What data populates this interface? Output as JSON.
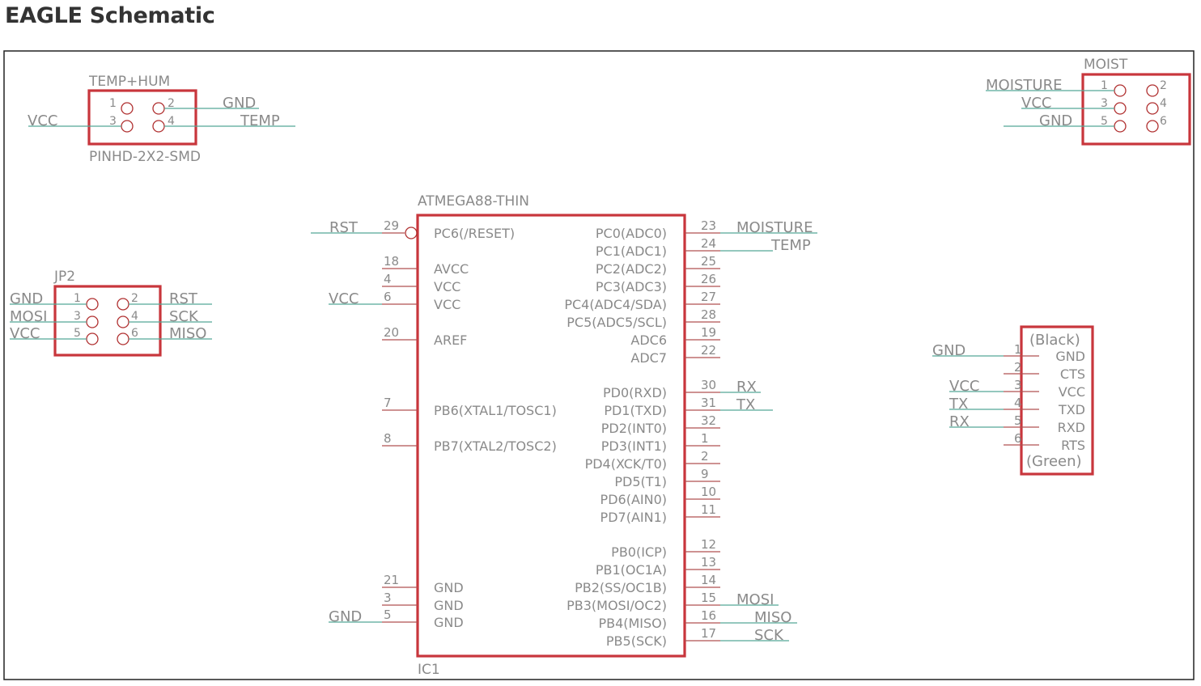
{
  "page": {
    "title": "EAGLE Schematic"
  },
  "parts": {
    "temp_hum": {
      "name": "TEMP+HUM",
      "value": "PINHD-2X2-SMD",
      "pins": [
        {
          "num": "1",
          "net": ""
        },
        {
          "num": "2",
          "net": "GND"
        },
        {
          "num": "3",
          "net": "VCC"
        },
        {
          "num": "4",
          "net": "TEMP"
        }
      ]
    },
    "moist": {
      "name": "MOIST",
      "pins": [
        {
          "num": "1",
          "net": "MOISTURE"
        },
        {
          "num": "2",
          "net": ""
        },
        {
          "num": "3",
          "net": "VCC"
        },
        {
          "num": "4",
          "net": ""
        },
        {
          "num": "5",
          "net": "GND"
        },
        {
          "num": "6",
          "net": ""
        }
      ]
    },
    "jp2": {
      "name": "JP2",
      "pins": [
        {
          "num": "1",
          "net": "GND"
        },
        {
          "num": "2",
          "net": "RST"
        },
        {
          "num": "3",
          "net": "MOSI"
        },
        {
          "num": "4",
          "net": "SCK"
        },
        {
          "num": "5",
          "net": "VCC"
        },
        {
          "num": "6",
          "net": "MISO"
        }
      ]
    },
    "ic1": {
      "name": "IC1",
      "value": "ATMEGA88-THIN",
      "left_pins": [
        {
          "num": "29",
          "label": "PC6(/RESET)",
          "net": "RST"
        },
        {
          "num": "18",
          "label": "AVCC",
          "net": ""
        },
        {
          "num": "4",
          "label": "VCC",
          "net": ""
        },
        {
          "num": "6",
          "label": "VCC",
          "net": "VCC"
        },
        {
          "num": "20",
          "label": "AREF",
          "net": ""
        },
        {
          "num": "7",
          "label": "PB6(XTAL1/TOSC1)",
          "net": ""
        },
        {
          "num": "8",
          "label": "PB7(XTAL2/TOSC2)",
          "net": ""
        },
        {
          "num": "21",
          "label": "GND",
          "net": ""
        },
        {
          "num": "3",
          "label": "GND",
          "net": ""
        },
        {
          "num": "5",
          "label": "GND",
          "net": "GND"
        }
      ],
      "right_pins": [
        {
          "num": "23",
          "label": "PC0(ADC0)",
          "net": "MOISTURE"
        },
        {
          "num": "24",
          "label": "PC1(ADC1)",
          "net": "TEMP"
        },
        {
          "num": "25",
          "label": "PC2(ADC2)",
          "net": ""
        },
        {
          "num": "26",
          "label": "PC3(ADC3)",
          "net": ""
        },
        {
          "num": "27",
          "label": "PC4(ADC4/SDA)",
          "net": ""
        },
        {
          "num": "28",
          "label": "PC5(ADC5/SCL)",
          "net": ""
        },
        {
          "num": "19",
          "label": "ADC6",
          "net": ""
        },
        {
          "num": "22",
          "label": "ADC7",
          "net": ""
        },
        {
          "num": "30",
          "label": "PD0(RXD)",
          "net": "RX"
        },
        {
          "num": "31",
          "label": "PD1(TXD)",
          "net": "TX"
        },
        {
          "num": "32",
          "label": "PD2(INT0)",
          "net": ""
        },
        {
          "num": "1",
          "label": "PD3(INT1)",
          "net": ""
        },
        {
          "num": "2",
          "label": "PD4(XCK/T0)",
          "net": ""
        },
        {
          "num": "9",
          "label": "PD5(T1)",
          "net": ""
        },
        {
          "num": "10",
          "label": "PD6(AIN0)",
          "net": ""
        },
        {
          "num": "11",
          "label": "PD7(AIN1)",
          "net": ""
        },
        {
          "num": "12",
          "label": "PB0(ICP)",
          "net": ""
        },
        {
          "num": "13",
          "label": "PB1(OC1A)",
          "net": ""
        },
        {
          "num": "14",
          "label": "PB2(SS/OC1B)",
          "net": ""
        },
        {
          "num": "15",
          "label": "PB3(MOSI/OC2)",
          "net": "MOSI"
        },
        {
          "num": "16",
          "label": "PB4(MISO)",
          "net": "MISO"
        },
        {
          "num": "17",
          "label": "PB5(SCK)",
          "net": "SCK"
        }
      ]
    },
    "ftdi": {
      "top_label": "(Black)",
      "bottom_label": "(Green)",
      "pins": [
        {
          "num": "1",
          "label": "GND",
          "net": "GND"
        },
        {
          "num": "2",
          "label": "CTS",
          "net": ""
        },
        {
          "num": "3",
          "label": "VCC",
          "net": "VCC"
        },
        {
          "num": "4",
          "label": "TXD",
          "net": "TX"
        },
        {
          "num": "5",
          "label": "RXD",
          "net": "RX"
        },
        {
          "num": "6",
          "label": "RTS",
          "net": ""
        }
      ]
    }
  }
}
